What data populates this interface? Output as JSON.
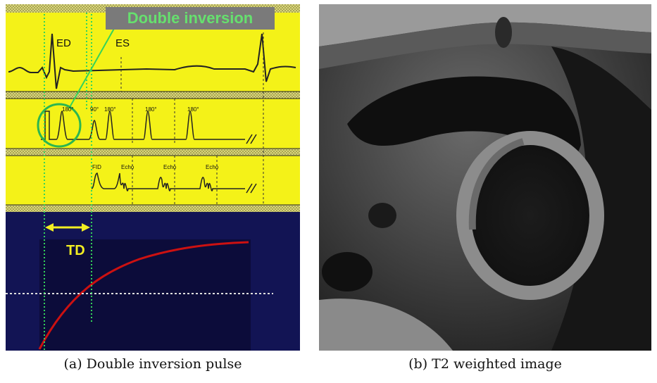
{
  "panel_a": {
    "banner": "Double inversion",
    "labels": {
      "ed": "ED",
      "es": "ES",
      "deg180_a": "180°",
      "deg90": "90°",
      "deg180_b": "180°",
      "deg180_c": "180°",
      "deg180_d": "180°",
      "fid": "FID",
      "echo_1": "Echo",
      "echo_2": "Echo",
      "echo_3": "Echo",
      "td": "TD"
    },
    "colors": {
      "yellow": "#f4f218",
      "navy": "#121454",
      "navy_inner": "#0c0c3a",
      "green": "#33d35a",
      "banner_bg": "#7a7a7a",
      "recovery_curve": "#cc1111",
      "td_arrow": "#f2ee22"
    }
  },
  "captions": {
    "a": "(a) Double inversion pulse",
    "b": "(b) T2 weighted image"
  }
}
